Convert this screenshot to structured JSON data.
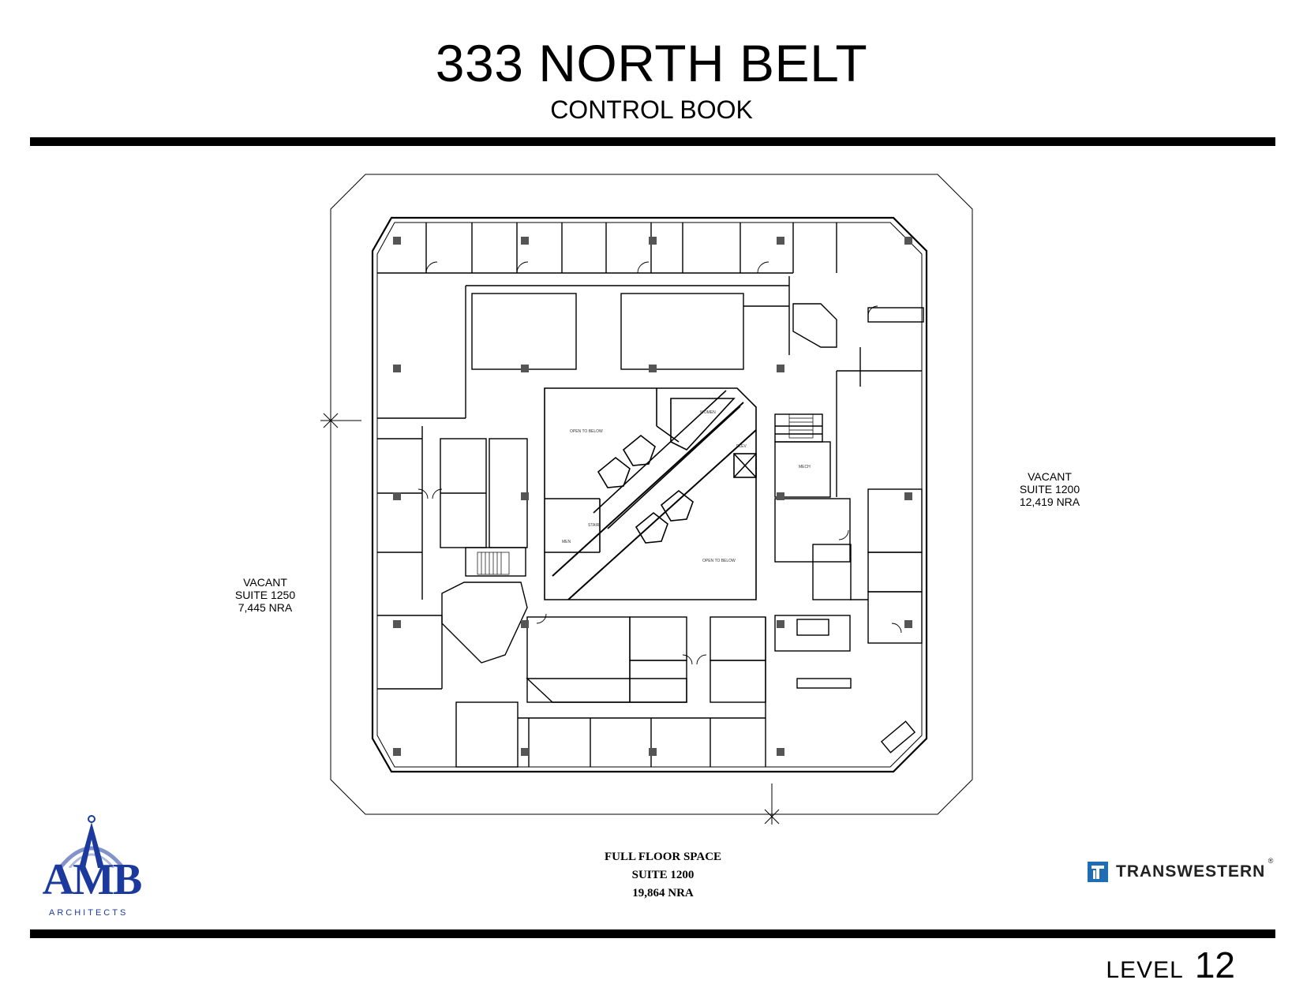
{
  "header": {
    "title": "333 NORTH BELT",
    "subtitle": "CONTROL BOOK"
  },
  "suites": {
    "east": {
      "status": "VACANT",
      "suite": "SUITE 1200",
      "area": "12,419 NRA"
    },
    "west": {
      "status": "VACANT",
      "suite": "SUITE 1250",
      "area": "7,445 NRA"
    }
  },
  "full_floor": {
    "line1": "FULL FLOOR SPACE",
    "line2": "SUITE 1200",
    "line3": "19,864 NRA"
  },
  "plan_labels": {
    "open_to_below_1": "OPEN TO BELOW",
    "open_to_below_2": "OPEN TO BELOW",
    "women": "WOMEN",
    "men": "MEN",
    "mech": "MECH",
    "elev": "ELEV",
    "stair": "STAIR"
  },
  "footer": {
    "level_word": "LEVEL",
    "level_number": "12",
    "architect_logo": "AMB",
    "architect_sub": "ARCHITECTS",
    "broker_logo": "TRANSWESTERN",
    "registered": "®"
  },
  "colors": {
    "rule": "#000000",
    "amb_blue": "#1c3a9e",
    "transwestern_blue": "#1f6db5"
  },
  "icons": {
    "amb_logo": "compass-a-logo-icon",
    "transwestern_logo": "t-mark-icon"
  }
}
